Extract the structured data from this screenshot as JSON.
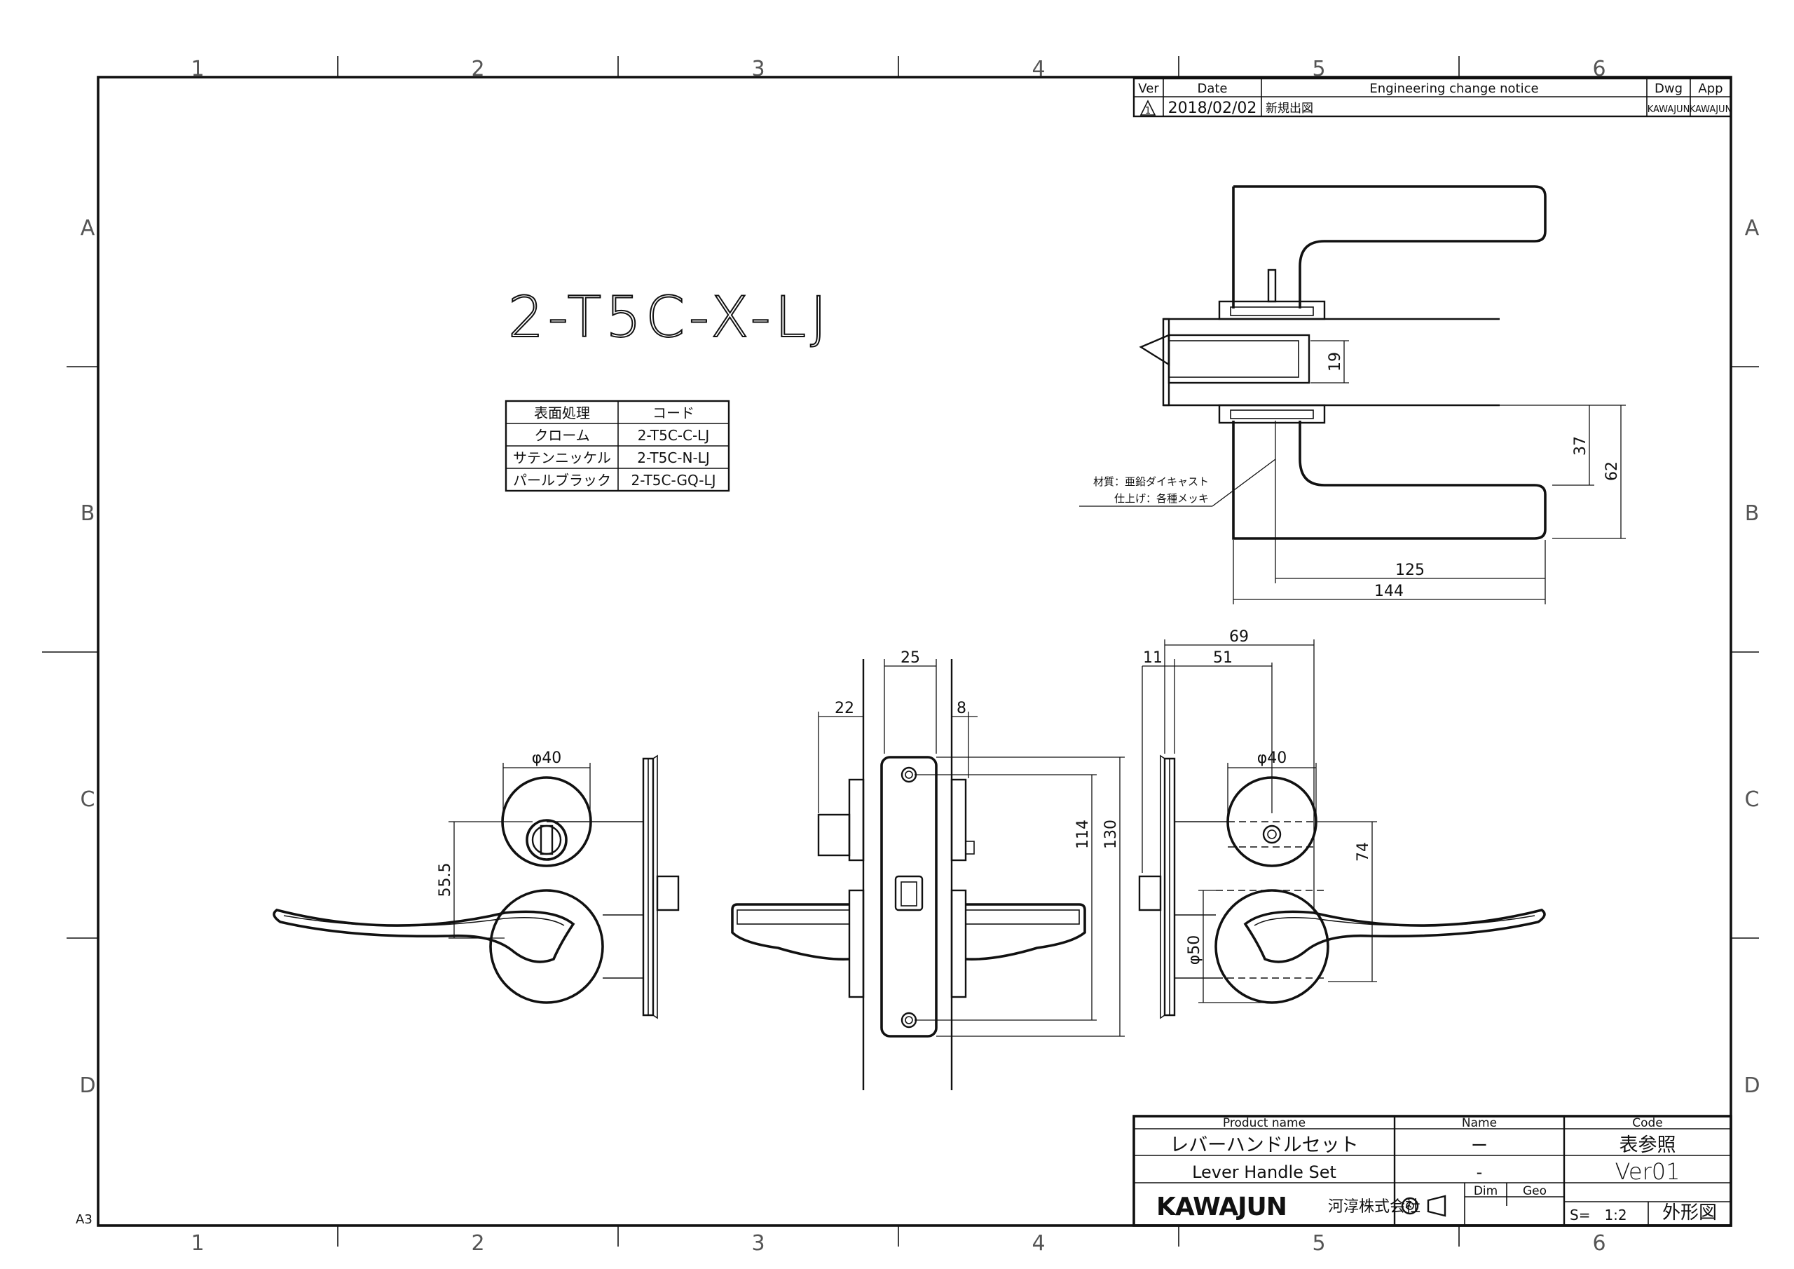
{
  "sheet": {
    "size_mark": "A3",
    "col_numbers": [
      "1",
      "2",
      "3",
      "4",
      "5",
      "6"
    ],
    "row_letters": [
      "A",
      "B",
      "C",
      "D"
    ]
  },
  "revision_table": {
    "headers": {
      "ver": "Ver",
      "date": "Date",
      "notice": "Engineering change notice",
      "dwg": "Dwg",
      "app": "App"
    },
    "row": {
      "ver": "1",
      "date": "2018/02/02",
      "notice": "新規出図",
      "dwg": "KAWAJUN",
      "app": "KAWAJUN"
    }
  },
  "model_code": "2-T5C-X-LJ",
  "finish_table": {
    "headers": [
      "表面処理",
      "コード"
    ],
    "rows": [
      [
        "クローム",
        "2-T5C-C-LJ"
      ],
      [
        "サテンニッケル",
        "2-T5C-N-LJ"
      ],
      [
        "パールブラック",
        "2-T5C-GQ-LJ"
      ]
    ]
  },
  "material_note": {
    "line1": "材質：亜鉛ダイキャスト",
    "line2": "仕上げ：各種メッキ"
  },
  "dimensions": {
    "top_view": {
      "d19": "19",
      "d37": "37",
      "d62": "62",
      "d125": "125",
      "d144": "144"
    },
    "left_view": {
      "phi40": "φ40",
      "d55_5": "55.5"
    },
    "side_view": {
      "d25": "25",
      "d22": "22",
      "d8": "8",
      "d114": "114",
      "d130": "130"
    },
    "right_view": {
      "d69": "69",
      "d11": "11",
      "d51": "51",
      "phi40": "φ40",
      "d74": "74",
      "phi50": "φ50"
    }
  },
  "title_block": {
    "product_name_label": "Product name",
    "product_name_jp": "レバーハンドルセット",
    "product_name_en": "Lever Handle Set",
    "name_label": "Name",
    "name_value_1": "ー",
    "name_value_2": "-",
    "code_label": "Code",
    "code_value": "表参照",
    "version": "Ver01",
    "company_logo": "KAWAJUN",
    "company_jp": "河淳株式会社",
    "dim_label": "Dim",
    "geo_label": "Geo",
    "scale": "S=　1:2",
    "drawing_type": "外形図"
  }
}
